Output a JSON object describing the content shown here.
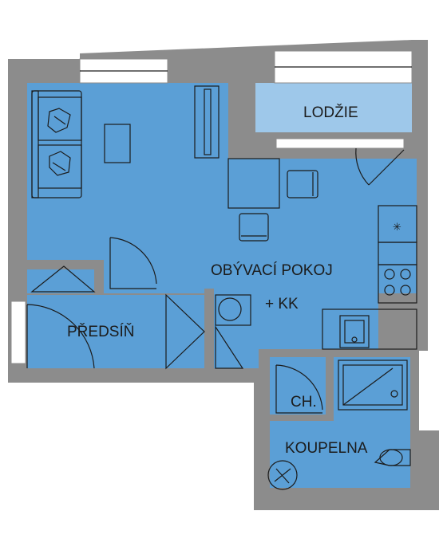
{
  "rooms": {
    "loggia": "LODŽIE",
    "living_line1": "OBÝVACÍ POKOJ",
    "living_line2": "+ KK",
    "hall": "PŘEDSÍŇ",
    "wc": "CH.",
    "bathroom": "KOUPELNA"
  },
  "symbols": {
    "hood": "✳"
  },
  "colors": {
    "floor": "#5b9fd6",
    "loggia": "#9ec8ea",
    "wall": "#8c8c8c",
    "line": "#1b1b1b"
  }
}
